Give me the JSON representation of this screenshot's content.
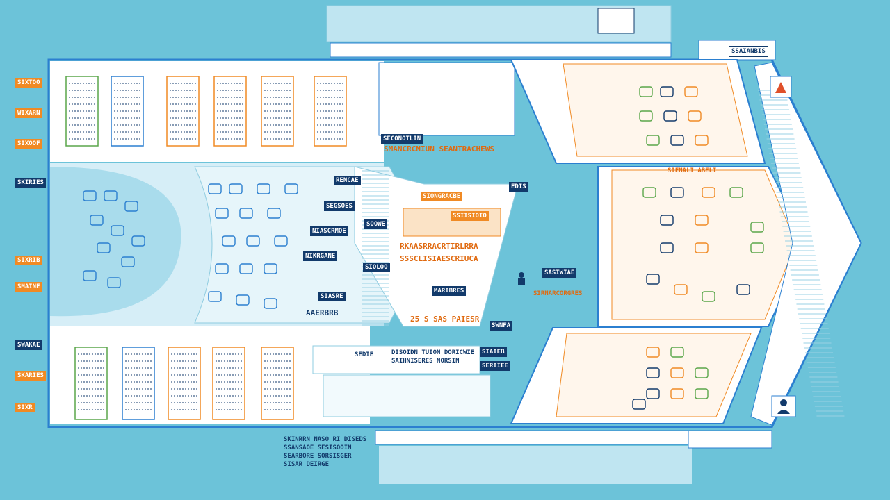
{
  "colors": {
    "background": "#6cc3d9",
    "panel": "#ffffff",
    "frame": "#2b7fd0",
    "navy": "#123a6b",
    "orange": "#f08a24",
    "light_blue": "#d6eef7",
    "green": "#5aa64a"
  },
  "labels": [
    {
      "name": "legend-tag-1",
      "text": "SIXTOO",
      "style": "tag-o"
    },
    {
      "name": "legend-tag-2",
      "text": "WIXARN",
      "style": "tag-o"
    },
    {
      "name": "legend-tag-3",
      "text": "SIXOOF",
      "style": "tag-o"
    },
    {
      "name": "legend-tag-4",
      "text": "SKIRIES",
      "style": "tag-n"
    },
    {
      "name": "legend-tag-5",
      "text": "SIXRIB",
      "style": "tag-o"
    },
    {
      "name": "legend-tag-6",
      "text": "SMAINE",
      "style": "tag-o"
    },
    {
      "name": "legend-tag-7",
      "text": "SWAKAE",
      "style": "tag-n"
    },
    {
      "name": "legend-tag-8",
      "text": "SKARIES",
      "style": "tag-o"
    },
    {
      "name": "legend-tag-9",
      "text": "SIXR",
      "style": "tag-o"
    },
    {
      "name": "header-strip-text",
      "text": "SECONOTLIN",
      "style": "tag-n"
    },
    {
      "name": "center-title",
      "text": "SMANCRCNIUN SEANTRACHEWS",
      "style": "txt-o"
    },
    {
      "name": "center-label-1",
      "text": "RENCAE",
      "style": "tag-n"
    },
    {
      "name": "center-label-2",
      "text": "SEGSOES",
      "style": "tag-n"
    },
    {
      "name": "center-label-3",
      "text": "SOOWE",
      "style": "tag-n"
    },
    {
      "name": "center-label-4",
      "text": "NIASCRMOE",
      "style": "tag-n"
    },
    {
      "name": "center-label-5",
      "text": "NIKRGANE",
      "style": "tag-n"
    },
    {
      "name": "center-label-6",
      "text": "SIOLOO",
      "style": "tag-n"
    },
    {
      "name": "center-label-7",
      "text": "MARIBRES",
      "style": "tag-n"
    },
    {
      "name": "center-label-8",
      "text": "SIASRE",
      "style": "tag-n"
    },
    {
      "name": "center-orange-1",
      "text": "SIONGRACBE",
      "style": "tag-o"
    },
    {
      "name": "center-orange-2",
      "text": "SSIISIOIO",
      "style": "tag-o"
    },
    {
      "name": "center-orange-3",
      "text": "RKAASRRACRTIRLRRA",
      "style": "txt-o"
    },
    {
      "name": "center-orange-4",
      "text": "SSSCLISIAESCRIUCA",
      "style": "txt-o"
    },
    {
      "name": "center-caption-1",
      "text": "AAERBRB",
      "style": "txt-n"
    },
    {
      "name": "center-caption-2",
      "text": "25 S SAS PAIESR",
      "style": "txt-o"
    },
    {
      "name": "right-label-1",
      "text": "EDIS",
      "style": "tag-n"
    },
    {
      "name": "right-label-2",
      "text": "SASIWIAE",
      "style": "tag-n"
    },
    {
      "name": "right-label-3",
      "text": "SWNFA",
      "style": "tag-n"
    },
    {
      "name": "right-label-4",
      "text": "SIAIEB",
      "style": "tag-n"
    },
    {
      "name": "right-orange-1",
      "text": "SIRNARCORGRES",
      "style": "txt-o"
    },
    {
      "name": "right-section-title",
      "text": "SIENALI ABELI",
      "style": "txt-o"
    },
    {
      "name": "lower-header",
      "text": "SEDIE",
      "style": "txt-n"
    },
    {
      "name": "lower-header-2",
      "text": "DISOIDN TUION DORICWIE",
      "style": "txt-n"
    },
    {
      "name": "lower-header-3",
      "text": "SAIHNISERES NORSIN",
      "style": "txt-n"
    },
    {
      "name": "lower-label",
      "text": "SERIIEE",
      "style": "tag-n"
    },
    {
      "name": "top-right-tag",
      "text": "SSAIANBIS",
      "style": "tag-w"
    },
    {
      "name": "footnote-1",
      "text": "SKINRRN NASO RI DISEDS",
      "style": "txt-n"
    },
    {
      "name": "footnote-2",
      "text": "SSANSAOE SESISOOIN",
      "style": "txt-n"
    },
    {
      "name": "footnote-3",
      "text": "SEARBORE SORSISGER",
      "style": "txt-n"
    },
    {
      "name": "footnote-4",
      "text": "SISAR DEIRGE",
      "style": "txt-n"
    }
  ]
}
